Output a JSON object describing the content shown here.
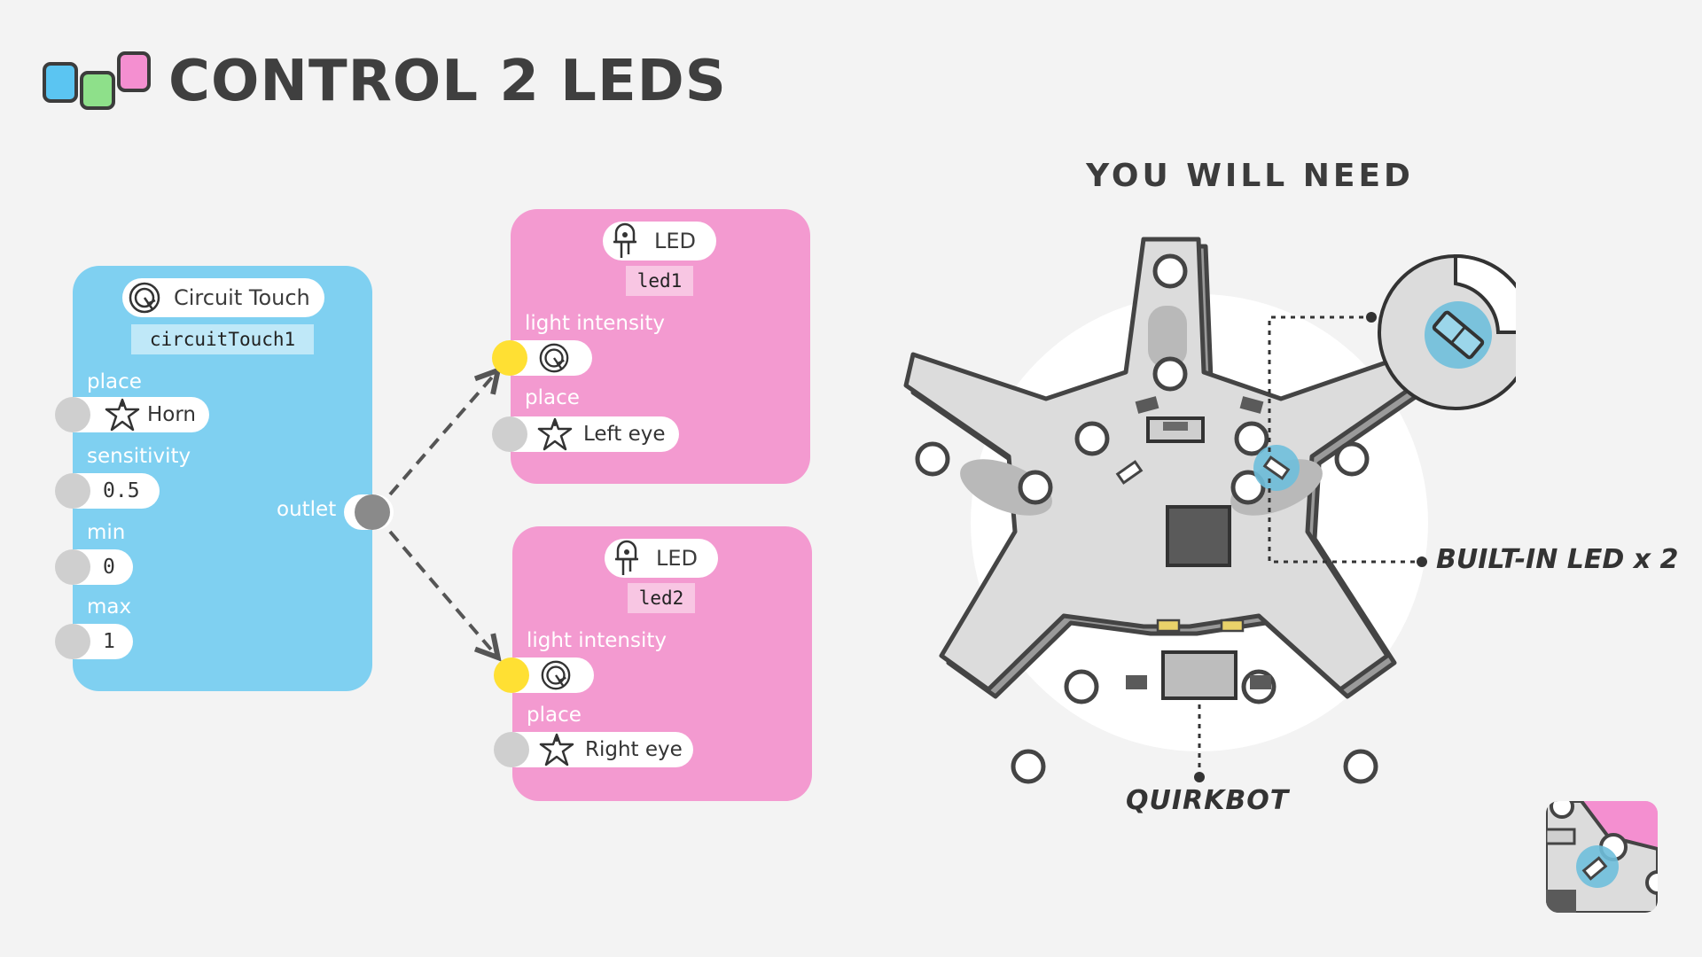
{
  "title": "CONTROL 2 LEDS",
  "logo_colors": {
    "blue": "#5bc5f2",
    "green": "#8ee08a",
    "pink": "#f48fd0"
  },
  "touch_block": {
    "name": "Circuit Touch",
    "id": "circuitTouch1",
    "icon": "touch-icon",
    "params": {
      "place_label": "place",
      "place_value": "Horn",
      "sensitivity_label": "sensitivity",
      "sensitivity_value": "0.5",
      "min_label": "min",
      "min_value": "0",
      "max_label": "max",
      "max_value": "1"
    },
    "outlet_label": "outlet"
  },
  "led_blocks": [
    {
      "name": "LED",
      "id": "led1",
      "icon": "led-icon",
      "intensity_label": "light intensity",
      "place_label": "place",
      "place_value": "Left eye"
    },
    {
      "name": "LED",
      "id": "led2",
      "icon": "led-icon",
      "intensity_label": "light intensity",
      "place_label": "place",
      "place_value": "Right eye"
    }
  ],
  "need": {
    "heading": "YOU WILL NEED",
    "led_callout": "BUILT-IN LED x 2",
    "board_label": "QUIRKBOT"
  },
  "colors": {
    "touch_block": "#7fd0f1",
    "led_block": "#f39ad0",
    "active_port": "#ffe033",
    "led_highlight": "#6fbfdc",
    "board": "#dcdcdc"
  }
}
